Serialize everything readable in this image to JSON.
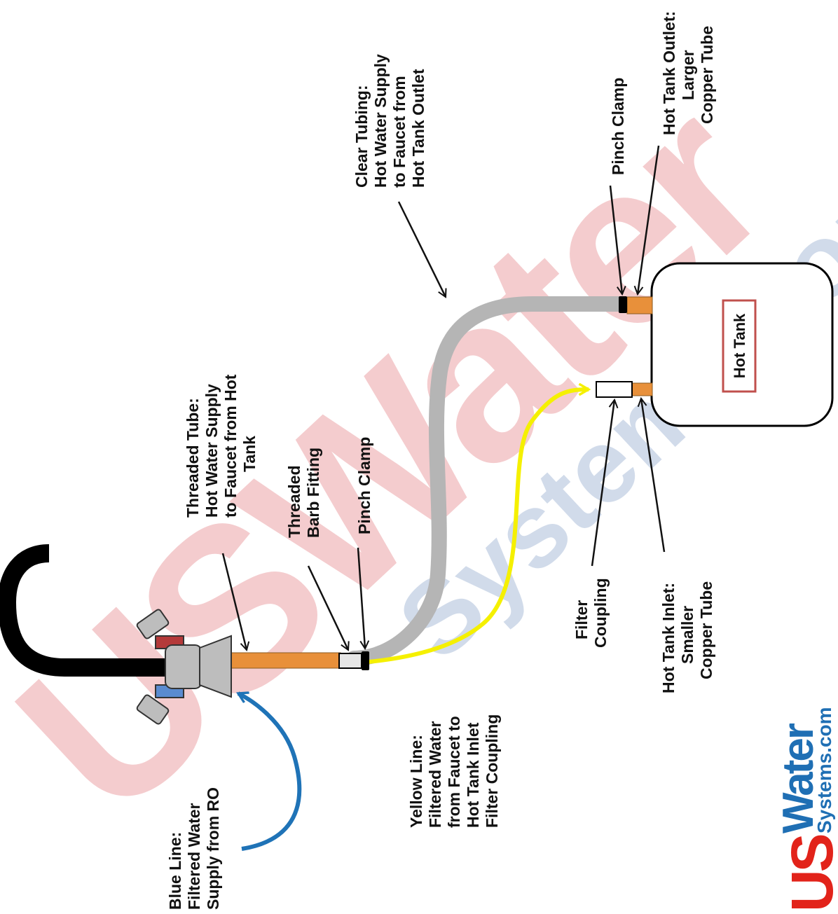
{
  "watermark": {
    "main_text": "USWater",
    "sub_text": "Systems.com",
    "main_color": "#f2c6c8",
    "sub_color": "#c9d5e6"
  },
  "logo": {
    "us": "US",
    "water": "Water",
    "systems": "Systems.com",
    "red": "#e2231a",
    "blue": "#1f6fb4"
  },
  "tank": {
    "label": "Hot Tank"
  },
  "colors": {
    "blue_line": "#1f73b7",
    "yellow_line": "#f5f000",
    "clear_tubing": "#b5b5b5",
    "copper": "#e8903a",
    "faucet_spout": "#000000",
    "faucet_body": "#bdbdbd",
    "tank_label_border": "#c0504d"
  },
  "labels": {
    "threaded_tube": [
      "Threaded Tube:",
      "Hot Water Supply",
      "to Faucet from Hot",
      "Tank"
    ],
    "threaded_barb": [
      "Threaded",
      "Barb Fitting"
    ],
    "pinch_clamp_left": [
      "Pinch Clamp"
    ],
    "clear_tubing": [
      "Clear Tubing:",
      "Hot Water Supply",
      "to Faucet from",
      "Hot Tank Outlet"
    ],
    "pinch_clamp_right": [
      "Pinch Clamp"
    ],
    "hot_tank_outlet": [
      "Hot Tank Outlet:",
      "Larger",
      "Copper Tube"
    ],
    "filter_coupling": [
      "Filter",
      "Coupling"
    ],
    "hot_tank_inlet": [
      "Hot Tank Inlet:",
      "Smaller",
      "Copper Tube"
    ],
    "yellow_line": [
      "Yellow Line:",
      "Filtered Water",
      "from Faucet to",
      "Hot Tank Inlet",
      "Filter Coupling"
    ],
    "blue_line": [
      "Blue Line:",
      "Filtered Water",
      "Supply from RO"
    ]
  }
}
